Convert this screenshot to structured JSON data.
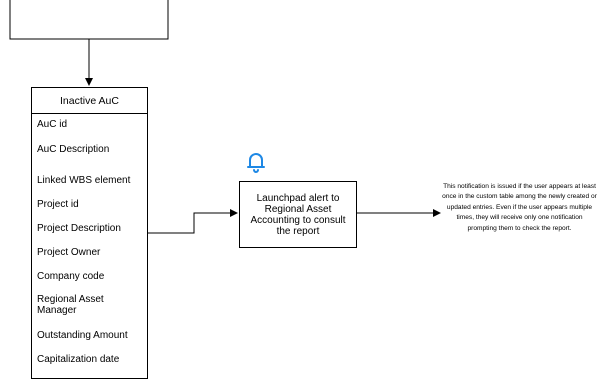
{
  "entity": {
    "title": "Inactive AuC",
    "attributes": [
      "AuC id",
      "AuC Description",
      "Linked WBS element",
      "Project id",
      "Project Description",
      "Project Owner",
      "Company code",
      "Regional Asset Manager",
      "Outstanding Amount",
      "Capitalization date"
    ]
  },
  "alert": {
    "label": "Launchpad alert to Regional Asset Accounting to consult the report",
    "icon": "bell-icon",
    "icon_color": "#1e88e5"
  },
  "note": {
    "text": "This notification is issued if the user appears at least once in the custom table among the newly created or updated entries. Even if the user appears multiple times, they will receive only one notification prompting them to check the report."
  }
}
